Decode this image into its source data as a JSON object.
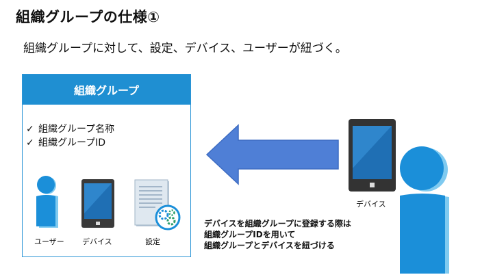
{
  "slide": {
    "title": "組織グループの仕様①",
    "subtitle": "組織グループに対して、設定、デバイス、ユーザーが紐づく。"
  },
  "group_box": {
    "header": "組織グループ",
    "checklist": [
      {
        "mark": "✓",
        "text": "組織グループ名称"
      },
      {
        "mark": "✓",
        "text": "組織グループID"
      }
    ],
    "icon_labels": {
      "user": "ユーザー",
      "device": "デバイス",
      "settings": "設定"
    }
  },
  "right_side": {
    "device_label": "デバイス",
    "caption": [
      "デバイスを組織グループに登録する際は",
      "組織グループIDを用いて",
      "組織グループとデバイスを紐づける"
    ]
  },
  "colors": {
    "header_blue": "#1f8fd2",
    "arrow_blue": "#4f7fd6",
    "person_blue": "#1b8fd9",
    "tablet_dark": "#3a3a3a",
    "tablet_screen": "#1f6fb4"
  },
  "icons": [
    "check-icon",
    "user-icon",
    "tablet-icon",
    "settings-document-icon",
    "gears-icon",
    "left-arrow-icon",
    "person-icon"
  ]
}
